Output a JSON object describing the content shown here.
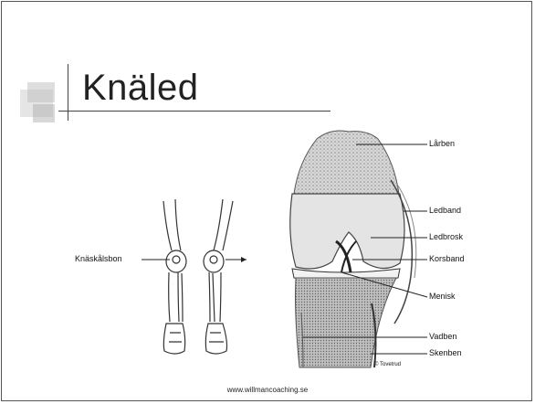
{
  "slide": {
    "title": "Knäled",
    "footer": "www.willmancoaching.se",
    "copyright": "© Tovetrud"
  },
  "labels": {
    "knee_cap": "Knäskålsbon",
    "femur": "Lårben",
    "ligament": "Ledband",
    "cartilage": "Ledbrosk",
    "cruciate": "Korsband",
    "meniscus": "Menisk",
    "fibula": "Vadben",
    "tibia": "Skenben"
  }
}
